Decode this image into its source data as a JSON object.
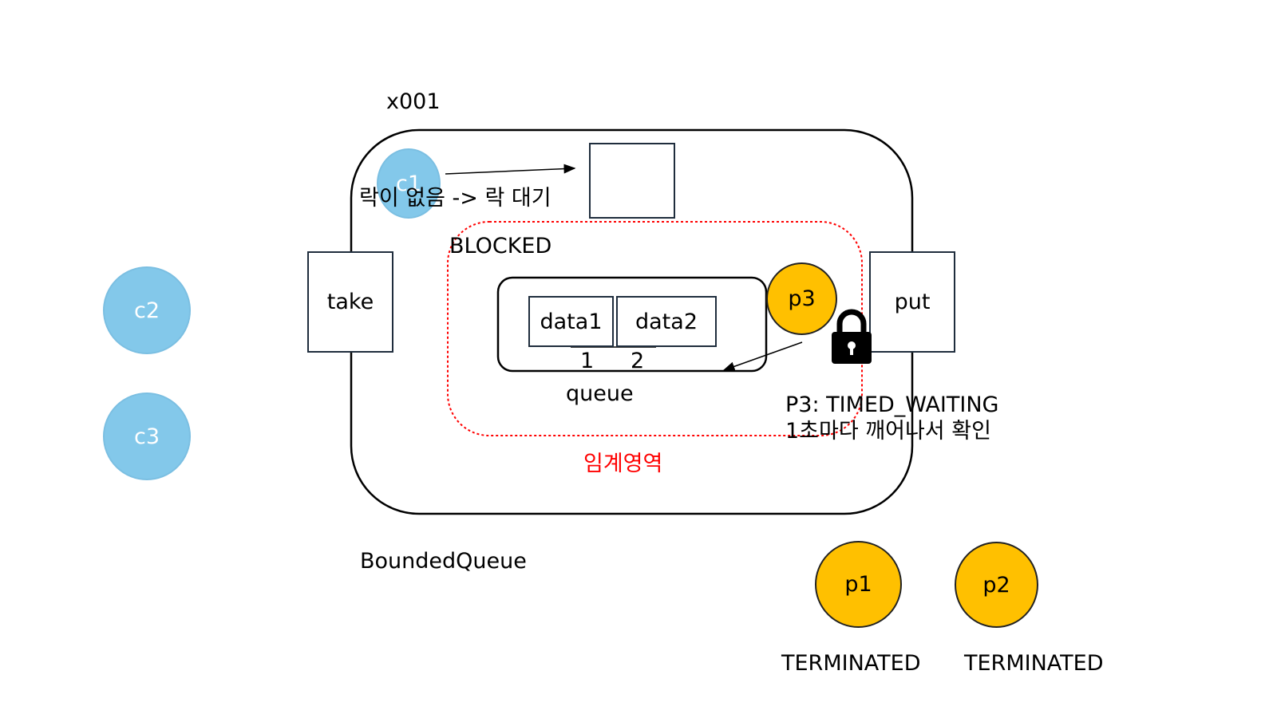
{
  "object_id": "x001",
  "container_label": "BoundedQueue",
  "critical_section_label": "임계영역",
  "queue_label": "queue",
  "blocked_label": "BLOCKED",
  "lock_wait_note": "락이 없음 -> 락 대기",
  "methods": {
    "take": "take",
    "put": "put"
  },
  "queue_items": [
    "data1",
    "data2"
  ],
  "queue_indices": [
    "1",
    "2"
  ],
  "threads": {
    "c1": "c1",
    "c2": "c2",
    "c3": "c3",
    "p1": "p1",
    "p2": "p2",
    "p3": "p3"
  },
  "p1_state": "TERMINATED",
  "p2_state": "TERMINATED",
  "p3_note_line1": "P3: TIMED_WAITING",
  "p3_note_line2": "1초마다 깨어나서 확인",
  "colors": {
    "consumer": "#83c8ea",
    "producer": "#ffc000",
    "critical": "#ff0000"
  },
  "icons": {
    "lock": "padlock-icon"
  }
}
